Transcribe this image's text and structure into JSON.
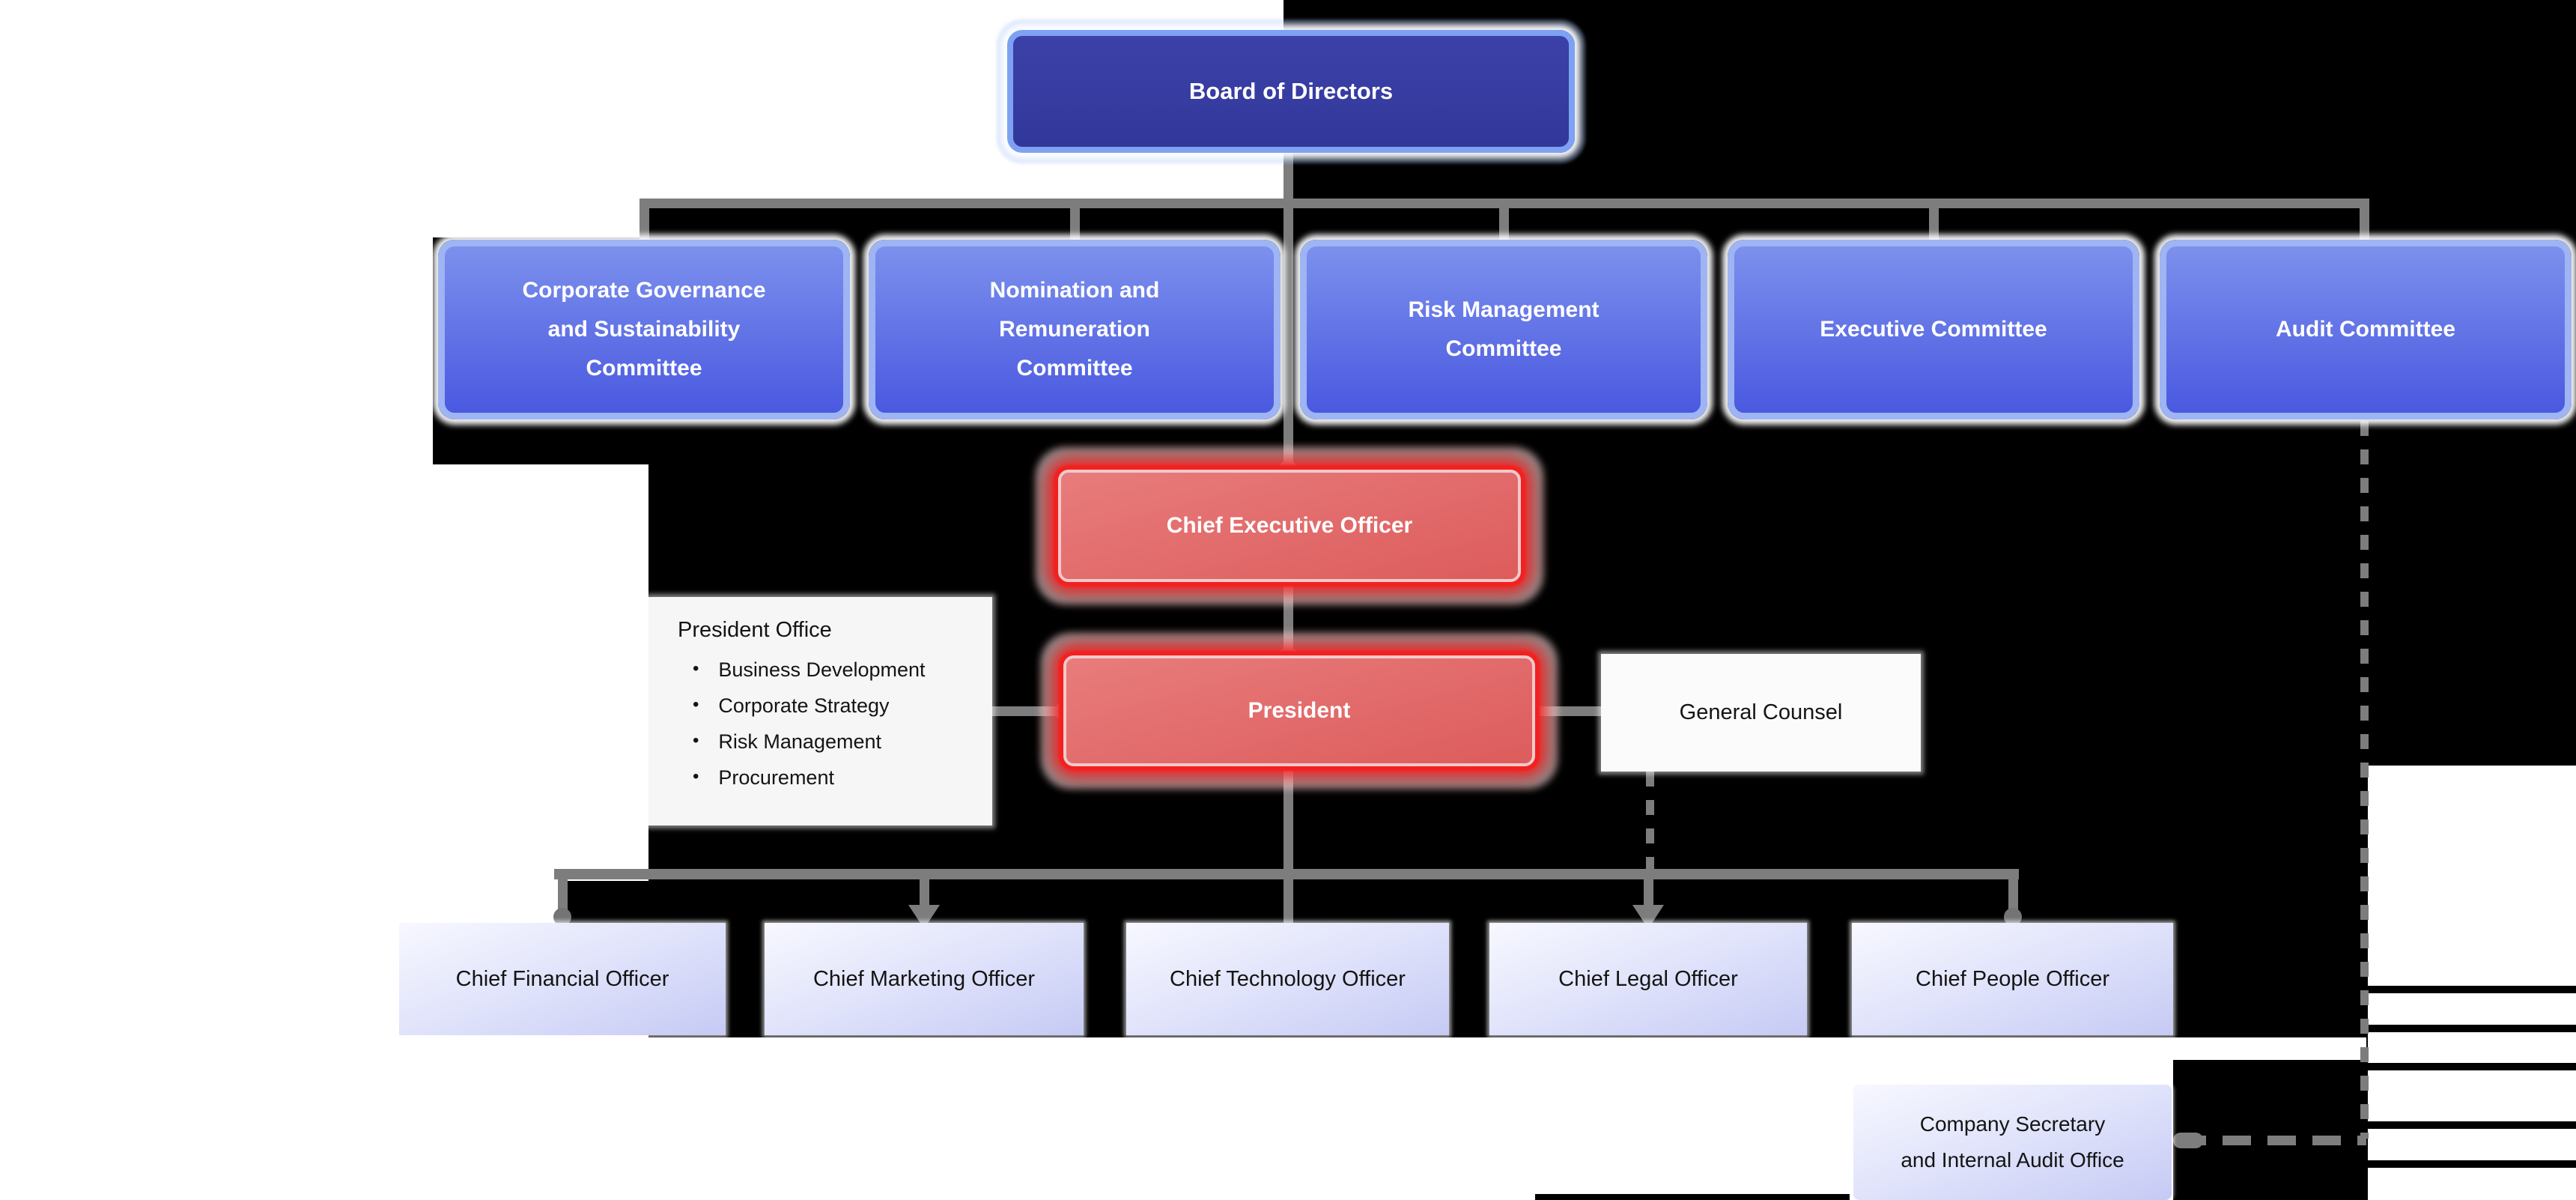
{
  "theme": {
    "line": "#7d7d7d",
    "dot": "#747474",
    "board-fill-a": "#3b41a8",
    "board-fill-b": "#32389a",
    "board-border": "#7ea1f3",
    "comm-border": "#9eb4f3",
    "comm-a": "#7c90ed",
    "comm-b": "#4a59e0",
    "red-border": "#f42020",
    "red-a": "#e87c7c",
    "red-b": "#dd5c5c",
    "lav-a": "#f5f6fe",
    "lav-b": "#c6caf4",
    "panel-bg": "#f6f6f6",
    "gc-bg": "#fbfbfb",
    "ink": "#141414",
    "white": "#ffffff"
  },
  "nodes": {
    "board": {
      "label": "Board of Directors"
    },
    "committees": [
      {
        "label": "Corporate Governance\nand Sustainability\nCommittee"
      },
      {
        "label": "Nomination and\nRemuneration\nCommittee"
      },
      {
        "label": "Risk Management\nCommittee"
      },
      {
        "label": "Executive Committee"
      },
      {
        "label": "Audit Committee"
      }
    ],
    "ceo": {
      "label": "Chief Executive Officer"
    },
    "president": {
      "label": "President"
    },
    "president_office": {
      "title": "President Office",
      "bullet": "•",
      "items": [
        "Business Development",
        "Corporate Strategy",
        "Risk Management",
        "Procurement"
      ]
    },
    "general_counsel": {
      "label": "General Counsel"
    },
    "officers": [
      {
        "label": "Chief Financial Officer"
      },
      {
        "label": "Chief Marketing Officer"
      },
      {
        "label": "Chief Technology Officer"
      },
      {
        "label": "Chief Legal Officer"
      },
      {
        "label": "Chief People Officer"
      }
    ],
    "company_secretary": {
      "label": "Company Secretary\nand Internal Audit Office"
    }
  }
}
